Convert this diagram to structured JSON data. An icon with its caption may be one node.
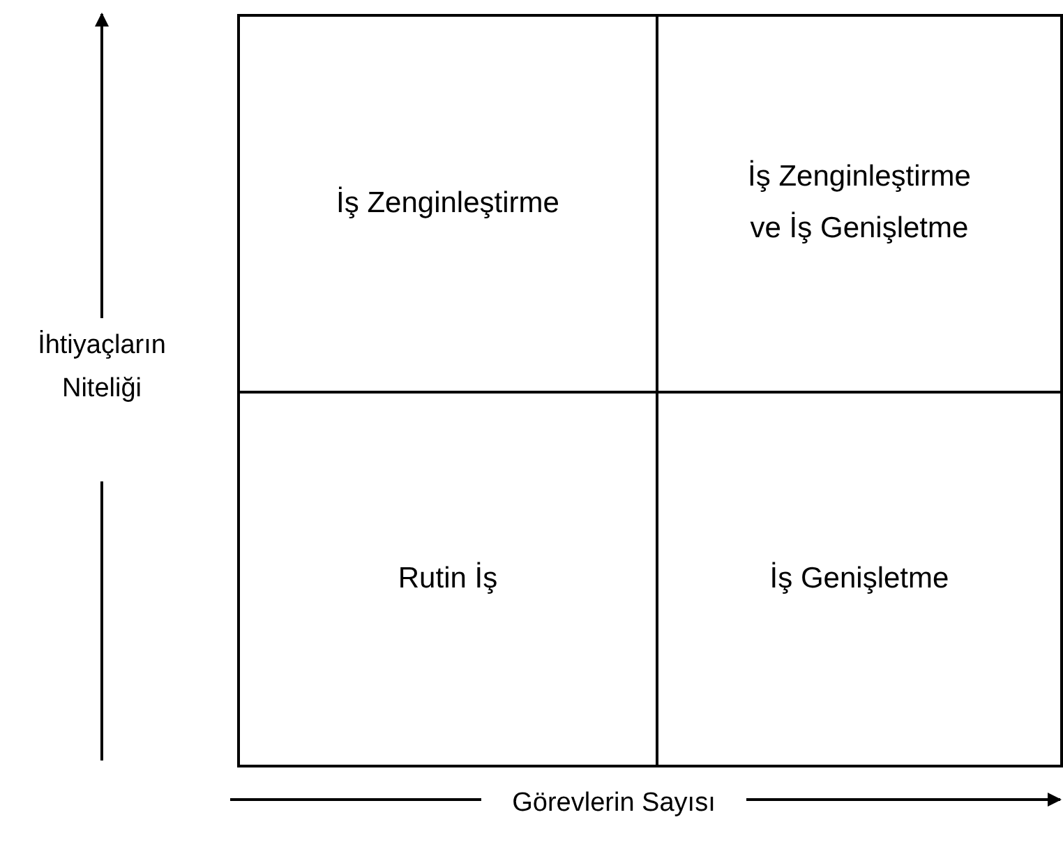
{
  "diagram": {
    "nodes": [
      {
        "text": [
          "İş Zenginleştirme"
        ]
      },
      {
        "text": [
          "İş Zenginleştirme ve İş Genişletme"
        ]
      },
      {
        "text": [
          "Rutin İş"
        ]
      },
      {
        "text": [
          "İş Genişletme"
        ]
      }
    ],
    "labels": [
      "İhtiyaçların Niteliği",
      "Görevlerin Sayısı"
    ]
  }
}
